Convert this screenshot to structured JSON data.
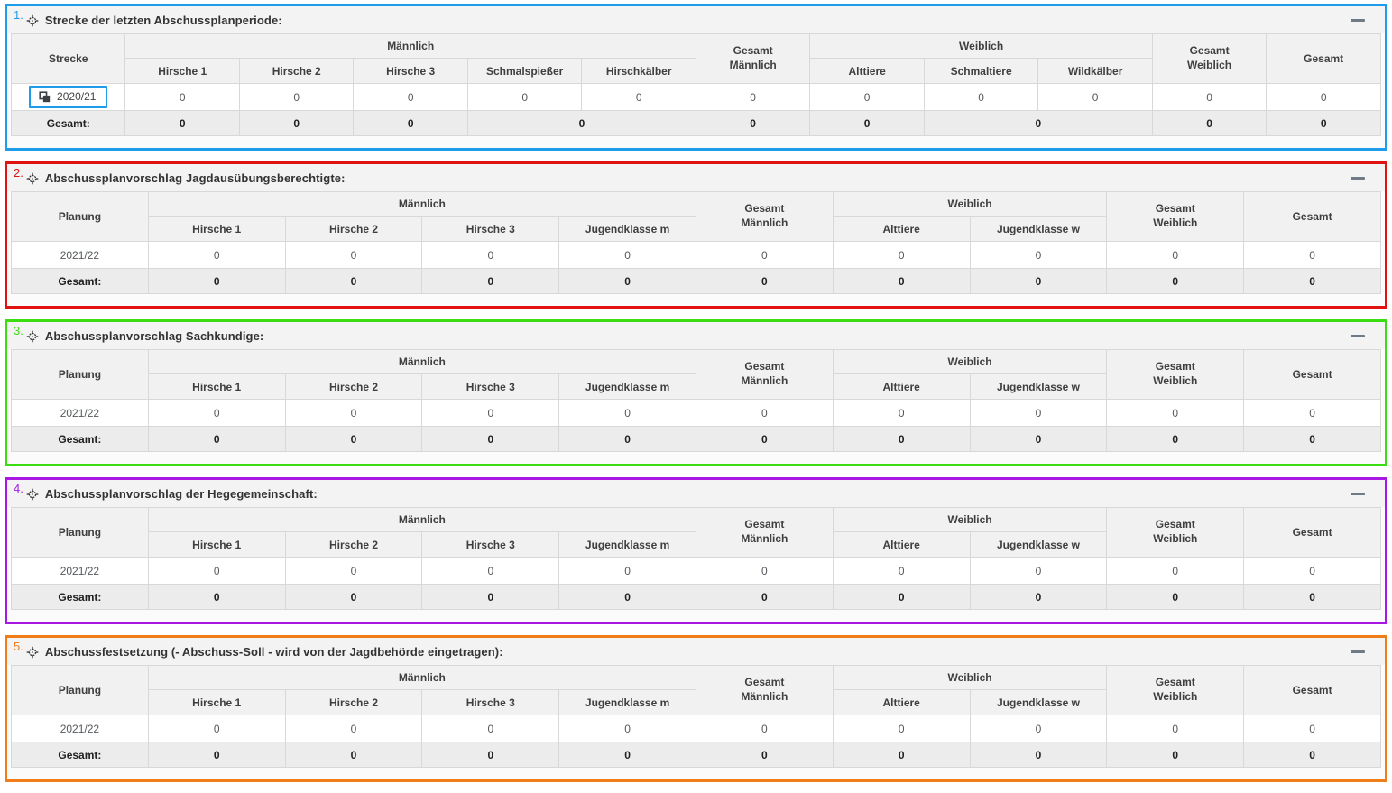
{
  "icons": {
    "drag_handle": "crosshair-icon",
    "collapse": "minus-icon",
    "period_copy": "copy-icon"
  },
  "panels": [
    {
      "number": "1.",
      "accent_color": "#1e9be9",
      "title": "Strecke der letzten Abschussplanperiode:",
      "first_col_header": "Strecke",
      "male_group": "Männlich",
      "male_columns": [
        "Hirsche 1",
        "Hirsche 2",
        "Hirsche 3",
        "Schmalspießer",
        "Hirschkälber"
      ],
      "male_total": "Gesamt\nMännlich",
      "female_group": "Weiblich",
      "female_columns": [
        "Alttiere",
        "Schmaltiere",
        "Wildkälber"
      ],
      "female_total": "Gesamt\nWeiblich",
      "total": "Gesamt",
      "row_label": "2020/21",
      "row_values": [
        "0",
        "0",
        "0",
        "0",
        "0",
        "0",
        "0",
        "0",
        "0",
        "0",
        "0"
      ],
      "footer_label": "Gesamt:",
      "footer_values": [
        "0",
        "0",
        "0",
        "0",
        "0",
        "0",
        "0",
        "0",
        "0"
      ]
    },
    {
      "number": "2.",
      "accent_color": "#e01212",
      "title": "Abschussplanvorschlag Jagdausübungsberechtigte:",
      "first_col_header": "Planung",
      "male_group": "Männlich",
      "male_columns": [
        "Hirsche 1",
        "Hirsche 2",
        "Hirsche 3",
        "Jugendklasse m"
      ],
      "male_total": "Gesamt\nMännlich",
      "female_group": "Weiblich",
      "female_columns": [
        "Alttiere",
        "Jugendklasse w"
      ],
      "female_total": "Gesamt\nWeiblich",
      "total": "Gesamt",
      "row_label": "2021/22",
      "row_values": [
        "0",
        "0",
        "0",
        "0",
        "0",
        "0",
        "0",
        "0",
        "0"
      ],
      "footer_label": "Gesamt:",
      "footer_values": [
        "0",
        "0",
        "0",
        "0",
        "0",
        "0",
        "0",
        "0",
        "0"
      ]
    },
    {
      "number": "3.",
      "accent_color": "#3bdc10",
      "title": "Abschussplanvorschlag Sachkundige:",
      "first_col_header": "Planung",
      "male_group": "Männlich",
      "male_columns": [
        "Hirsche 1",
        "Hirsche 2",
        "Hirsche 3",
        "Jugendklasse m"
      ],
      "male_total": "Gesamt\nMännlich",
      "female_group": "Weiblich",
      "female_columns": [
        "Alttiere",
        "Jugendklasse w"
      ],
      "female_total": "Gesamt\nWeiblich",
      "total": "Gesamt",
      "row_label": "2021/22",
      "row_values": [
        "0",
        "0",
        "0",
        "0",
        "0",
        "0",
        "0",
        "0",
        "0"
      ],
      "footer_label": "Gesamt:",
      "footer_values": [
        "0",
        "0",
        "0",
        "0",
        "0",
        "0",
        "0",
        "0",
        "0"
      ]
    },
    {
      "number": "4.",
      "accent_color": "#a818e2",
      "title": "Abschussplanvorschlag der Hegegemeinschaft:",
      "first_col_header": "Planung",
      "male_group": "Männlich",
      "male_columns": [
        "Hirsche 1",
        "Hirsche 2",
        "Hirsche 3",
        "Jugendklasse m"
      ],
      "male_total": "Gesamt\nMännlich",
      "female_group": "Weiblich",
      "female_columns": [
        "Alttiere",
        "Jugendklasse w"
      ],
      "female_total": "Gesamt\nWeiblich",
      "total": "Gesamt",
      "row_label": "2021/22",
      "row_values": [
        "0",
        "0",
        "0",
        "0",
        "0",
        "0",
        "0",
        "0",
        "0"
      ],
      "footer_label": "Gesamt:",
      "footer_values": [
        "0",
        "0",
        "0",
        "0",
        "0",
        "0",
        "0",
        "0",
        "0"
      ]
    },
    {
      "number": "5.",
      "accent_color": "#ee7d1a",
      "title": "Abschussfestsetzung (- Abschuss-Soll - wird von der Jagdbehörde eingetragen):",
      "first_col_header": "Planung",
      "male_group": "Männlich",
      "male_columns": [
        "Hirsche 1",
        "Hirsche 2",
        "Hirsche 3",
        "Jugendklasse m"
      ],
      "male_total": "Gesamt\nMännlich",
      "female_group": "Weiblich",
      "female_columns": [
        "Alttiere",
        "Jugendklasse w"
      ],
      "female_total": "Gesamt\nWeiblich",
      "total": "Gesamt",
      "row_label": "2021/22",
      "row_values": [
        "0",
        "0",
        "0",
        "0",
        "0",
        "0",
        "0",
        "0",
        "0"
      ],
      "footer_label": "Gesamt:",
      "footer_values": [
        "0",
        "0",
        "0",
        "0",
        "0",
        "0",
        "0",
        "0",
        "0"
      ]
    }
  ]
}
